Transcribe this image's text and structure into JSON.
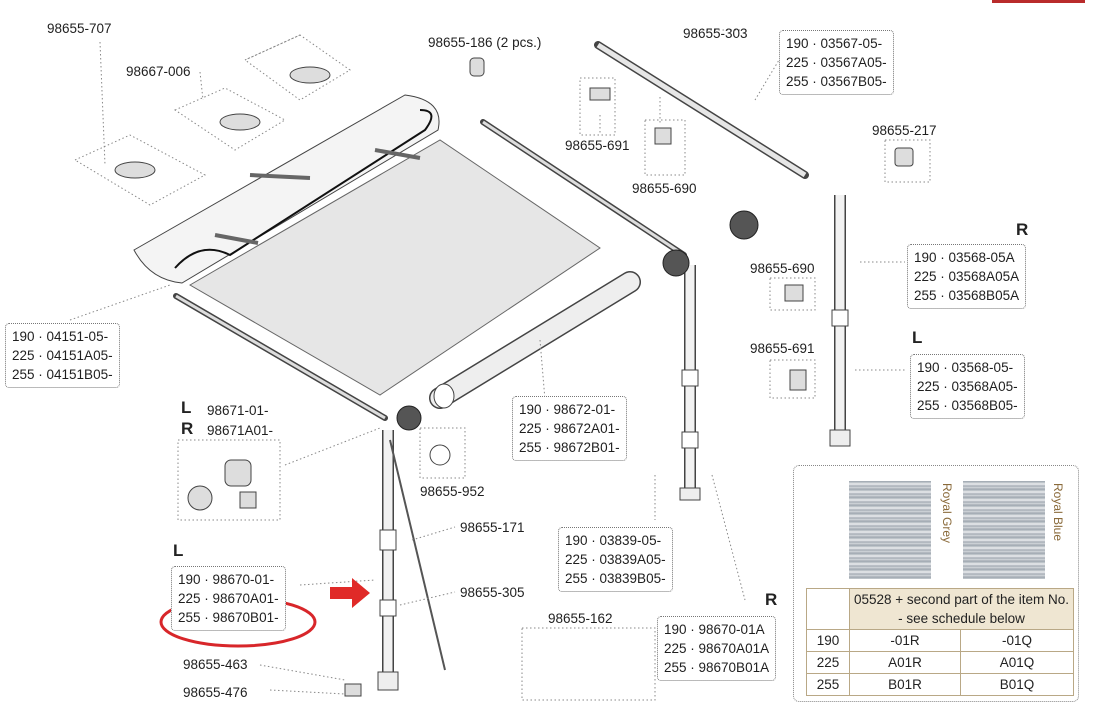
{
  "labels": {
    "p707": "98655-707",
    "p006": "98667-006",
    "p186": "98655-186 (2 pcs.)",
    "p303": "98655-303",
    "p691a": "98655-691",
    "p690a": "98655-690",
    "p217": "98655-217",
    "p690b": "98655-690",
    "p691b": "98655-691",
    "p952": "98655-952",
    "p171": "98655-171",
    "p305": "98655-305",
    "p162": "98655-162",
    "p463": "98655-463",
    "p476": "98655-476"
  },
  "boxes": {
    "b03567": [
      "190 · 03567-05-",
      "225 · 03567A05-",
      "255 · 03567B05-"
    ],
    "b04151": [
      "190 · 04151-05-",
      "225 · 04151A05-",
      "255 · 04151B05-"
    ],
    "b98671": [
      "98671-01-",
      "98671A01-"
    ],
    "b98672": [
      "190 · 98672-01-",
      "225 · 98672A01-",
      "255 · 98672B01-"
    ],
    "b03568R": [
      "190 · 03568-05A",
      "225 · 03568A05A",
      "255 · 03568B05A"
    ],
    "b03568L": [
      "190 · 03568-05-",
      "225 · 03568A05-",
      "255 · 03568B05-"
    ],
    "b03839": [
      "190 · 03839-05-",
      "225 · 03839A05-",
      "255 · 03839B05-"
    ],
    "b98670L": [
      "190 · 98670-01-",
      "225 · 98670A01-",
      "255 · 98670B01-"
    ],
    "b98670R": [
      "190 · 98670-01A",
      "225 · 98670A01A",
      "255 · 98670B01A"
    ]
  },
  "side_markers": {
    "R1": "R",
    "L1": "L",
    "L2": "L",
    "R2": "R",
    "L3": "L",
    "R3": "R"
  },
  "fabric": {
    "swatch1": "Royal Grey",
    "swatch2": "Royal Blue",
    "schedule_header": "05528 + second part of the item No. - see schedule below",
    "rows": [
      {
        "size": "190",
        "grey": "-01R",
        "blue": "-01Q"
      },
      {
        "size": "225",
        "grey": "A01R",
        "blue": "A01Q"
      },
      {
        "size": "255",
        "grey": "B01R",
        "blue": "B01Q"
      }
    ]
  },
  "colors": {
    "highlight": "#d8262a",
    "arrow": "#e02a28",
    "accent_bar": "#b92b2b"
  }
}
